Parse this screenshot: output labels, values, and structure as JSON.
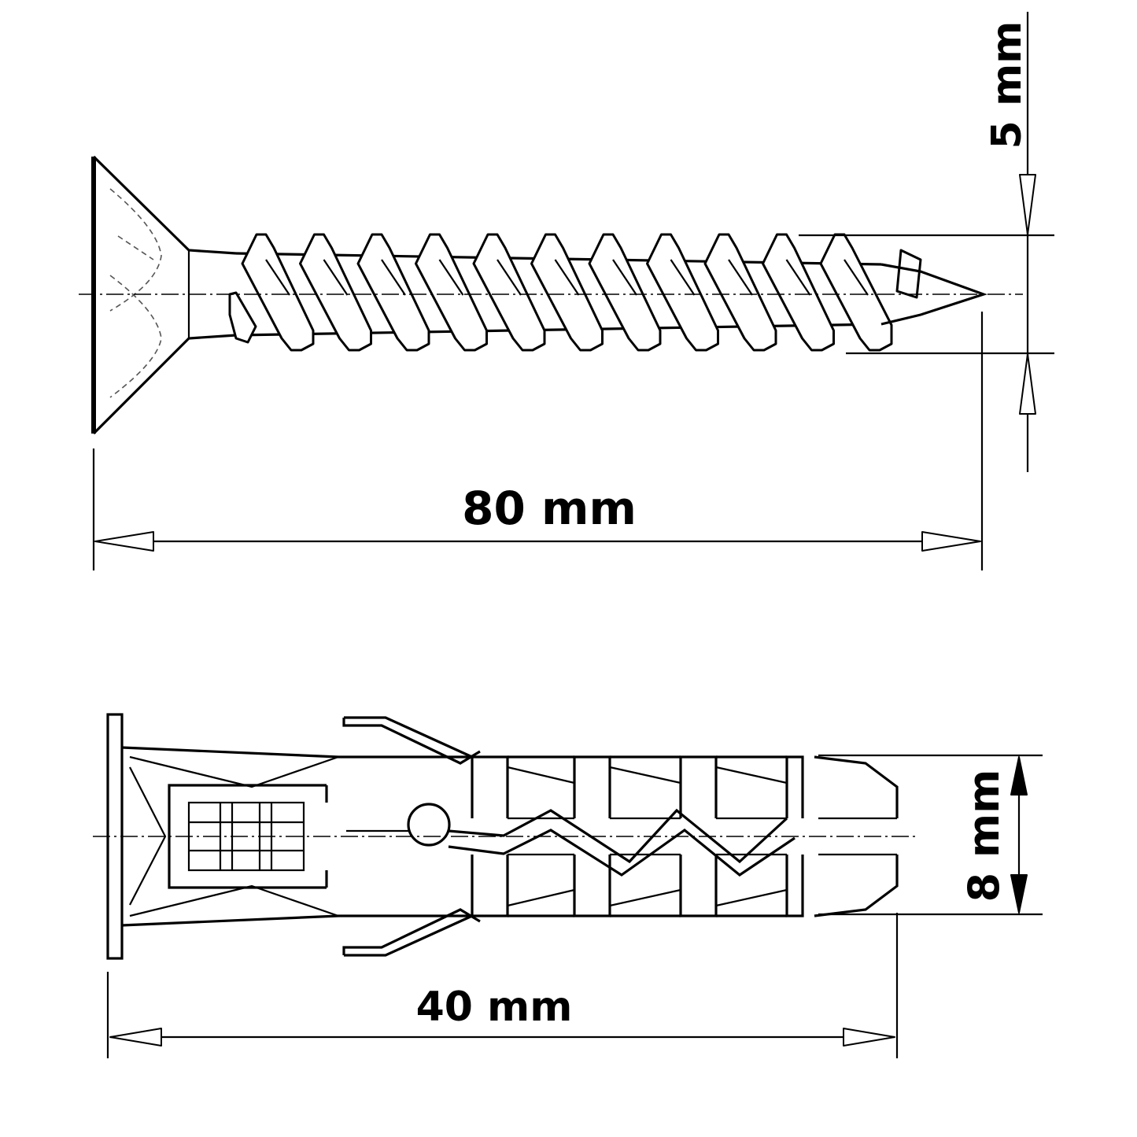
{
  "screw": {
    "length_label": "80 mm",
    "diameter_label": "5 mm",
    "thread_turns": 11
  },
  "anchor": {
    "length_label": "40 mm",
    "diameter_label": "8 mm"
  },
  "colors": {
    "line": "#000000",
    "background": "#ffffff"
  }
}
